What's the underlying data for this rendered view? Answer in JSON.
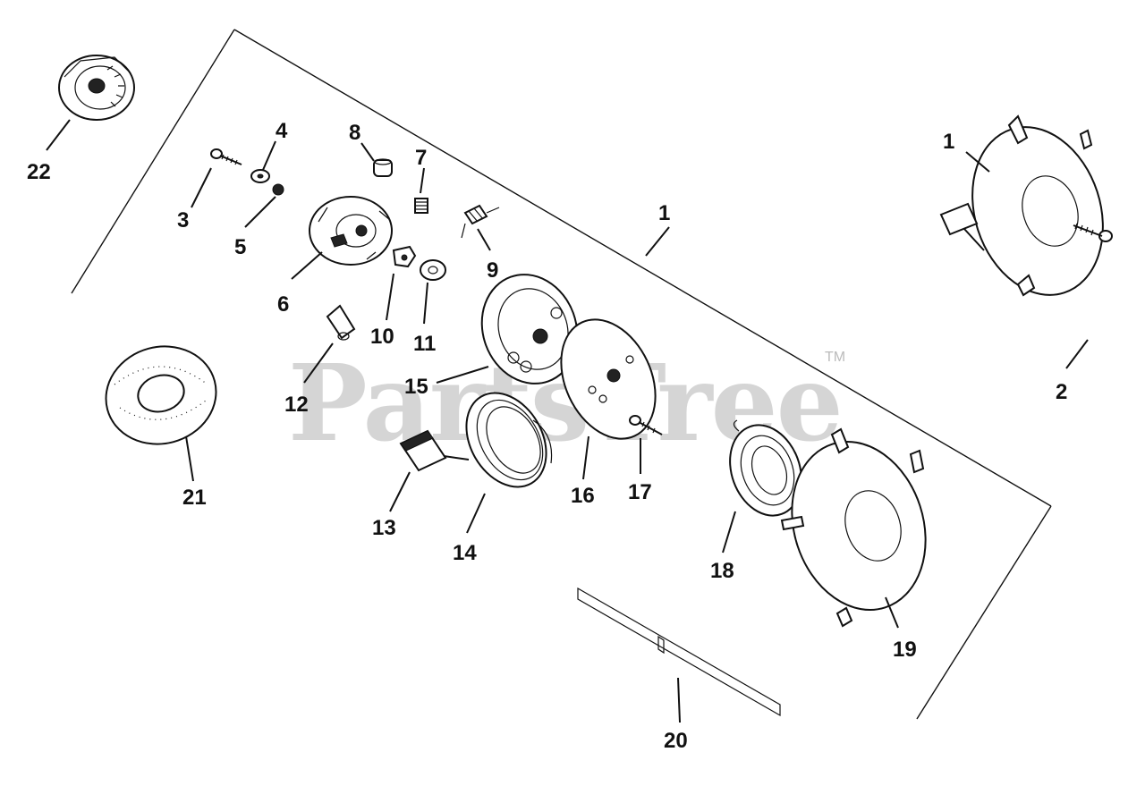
{
  "watermark": {
    "brand": "PartsTree",
    "trademark": "TM"
  },
  "callouts": [
    {
      "id": "c1a",
      "label": "1"
    },
    {
      "id": "c1b",
      "label": "1"
    },
    {
      "id": "c2",
      "label": "2"
    },
    {
      "id": "c3",
      "label": "3"
    },
    {
      "id": "c4",
      "label": "4"
    },
    {
      "id": "c5",
      "label": "5"
    },
    {
      "id": "c6",
      "label": "6"
    },
    {
      "id": "c7",
      "label": "7"
    },
    {
      "id": "c8",
      "label": "8"
    },
    {
      "id": "c9",
      "label": "9"
    },
    {
      "id": "c10",
      "label": "10"
    },
    {
      "id": "c11",
      "label": "11"
    },
    {
      "id": "c12",
      "label": "12"
    },
    {
      "id": "c13",
      "label": "13"
    },
    {
      "id": "c14",
      "label": "14"
    },
    {
      "id": "c15",
      "label": "15"
    },
    {
      "id": "c16",
      "label": "16"
    },
    {
      "id": "c17",
      "label": "17"
    },
    {
      "id": "c18",
      "label": "18"
    },
    {
      "id": "c19",
      "label": "19"
    },
    {
      "id": "c20",
      "label": "20"
    },
    {
      "id": "c21",
      "label": "21"
    },
    {
      "id": "c22",
      "label": "22"
    }
  ]
}
